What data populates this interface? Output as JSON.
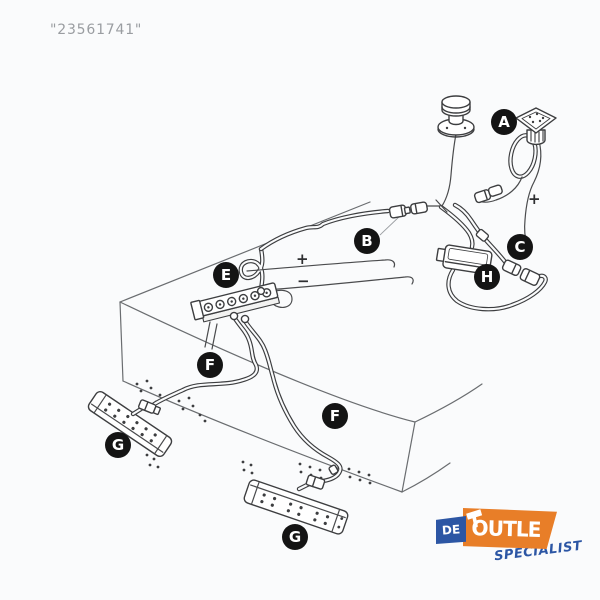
{
  "product_code": "\"23561741\"",
  "diagram": {
    "description": "wiring installation diagram of LED light bars",
    "line_color": "#3d3e40",
    "labels": [
      {
        "id": "A",
        "letter": "A"
      },
      {
        "id": "B",
        "letter": "B"
      },
      {
        "id": "C",
        "letter": "C"
      },
      {
        "id": "E",
        "letter": "E"
      },
      {
        "id": "F1",
        "letter": "F"
      },
      {
        "id": "F2",
        "letter": "F"
      },
      {
        "id": "G1",
        "letter": "G"
      },
      {
        "id": "G2",
        "letter": "G"
      },
      {
        "id": "H",
        "letter": "H"
      }
    ],
    "polarity_marks": {
      "switch_plus": "+",
      "feed_plus": "+",
      "feed_minus": "−"
    }
  },
  "logo": {
    "de": "DE",
    "outlet": "OUTLE",
    "specialist": "SPECIALIST",
    "orange": "#e87e28",
    "blue": "#2c56a4"
  }
}
